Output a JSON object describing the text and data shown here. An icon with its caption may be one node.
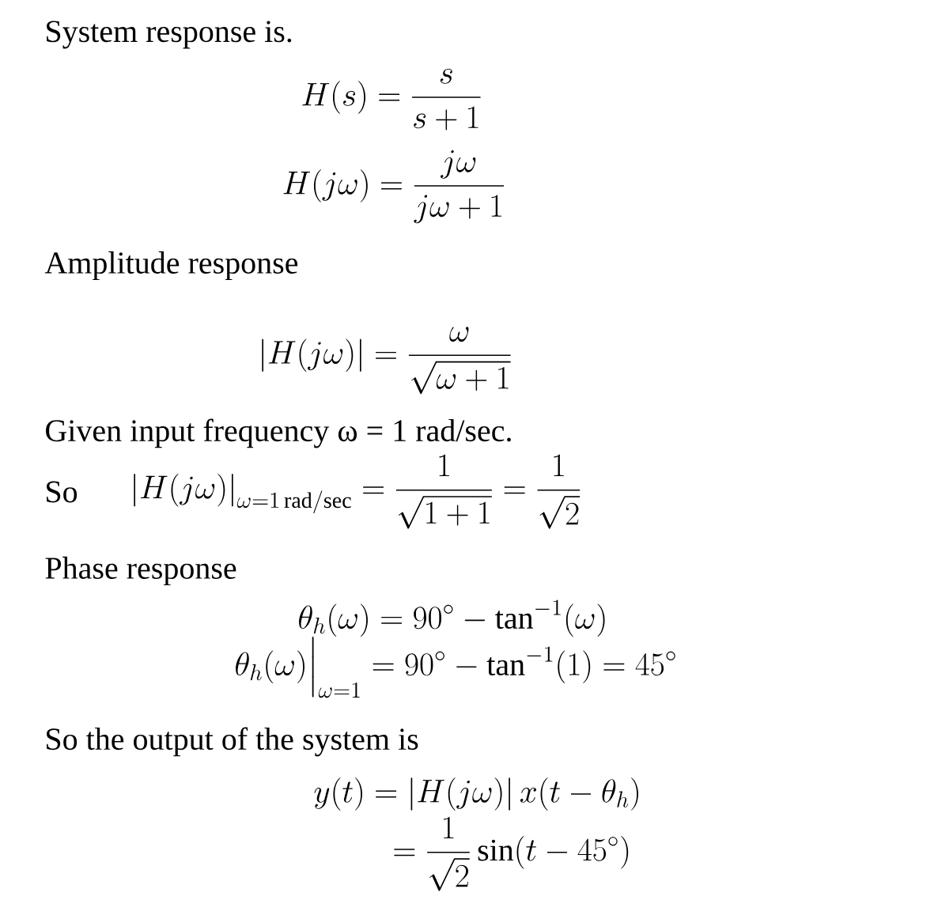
{
  "diagram": {
    "labels": [
      "System response is.",
      "H(s) = \\frac{s}{s+1}",
      "H(j\\omega) = \\frac{j\\omega}{j\\omega+1}",
      "Amplitude response",
      "\\left|H(j\\omega)\\right| = \\frac{\\omega}{\\sqrt{\\omega+1}}",
      "Given input frequency ω = 1 rad/sec.",
      "So",
      "\\left|H(j\\omega)\\right|_{\\omega=1\\,\\mathrm{rad/sec}} = \\frac{1}{\\sqrt{1+1}} = \\frac{1}{\\sqrt{2}}",
      "Phase response",
      "\\theta_h(\\omega) = 90^\\circ - \\tan^{-1}(\\omega)",
      "\\theta_h(\\omega)\\Big|_{\\omega=1} = 90^\\circ - \\tan^{-1}(1) = 45^\\circ",
      "So the output of the system is",
      "y(t) = \\left|H(j\\omega)\\right| x(t-\\theta_h)",
      "= \\frac{1}{\\sqrt{2}}\\sin(t-45^\\circ)"
    ]
  }
}
